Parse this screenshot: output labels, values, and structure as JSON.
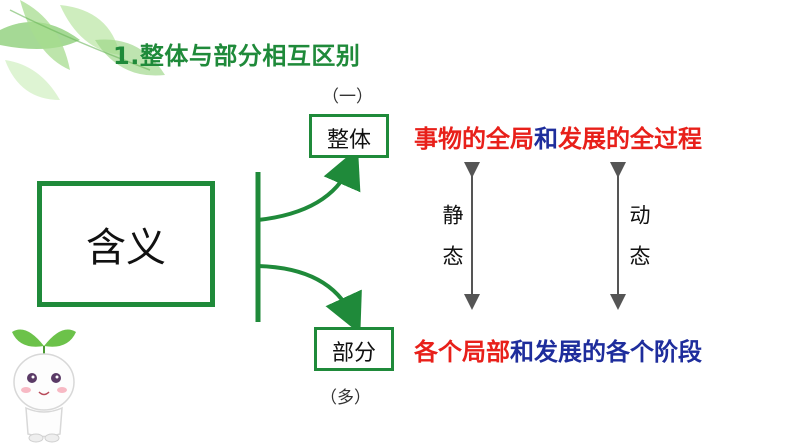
{
  "title": "1.整体与部分相互区别",
  "main_box": {
    "label": "含义"
  },
  "whole": {
    "paren": "（一）",
    "label": "整体",
    "desc_part1": "事物的全局",
    "desc_part2": "和",
    "desc_part3": "发展的全过程"
  },
  "part": {
    "paren": "（多）",
    "label": "部分",
    "desc_part1": "各个局部",
    "desc_part2": "和",
    "desc_part3": "发展的各个阶段"
  },
  "static_label": "静态",
  "dynamic_label": "动态",
  "colors": {
    "green": "#1f8a3a",
    "red": "#e8201a",
    "blue": "#1e2d9c"
  }
}
